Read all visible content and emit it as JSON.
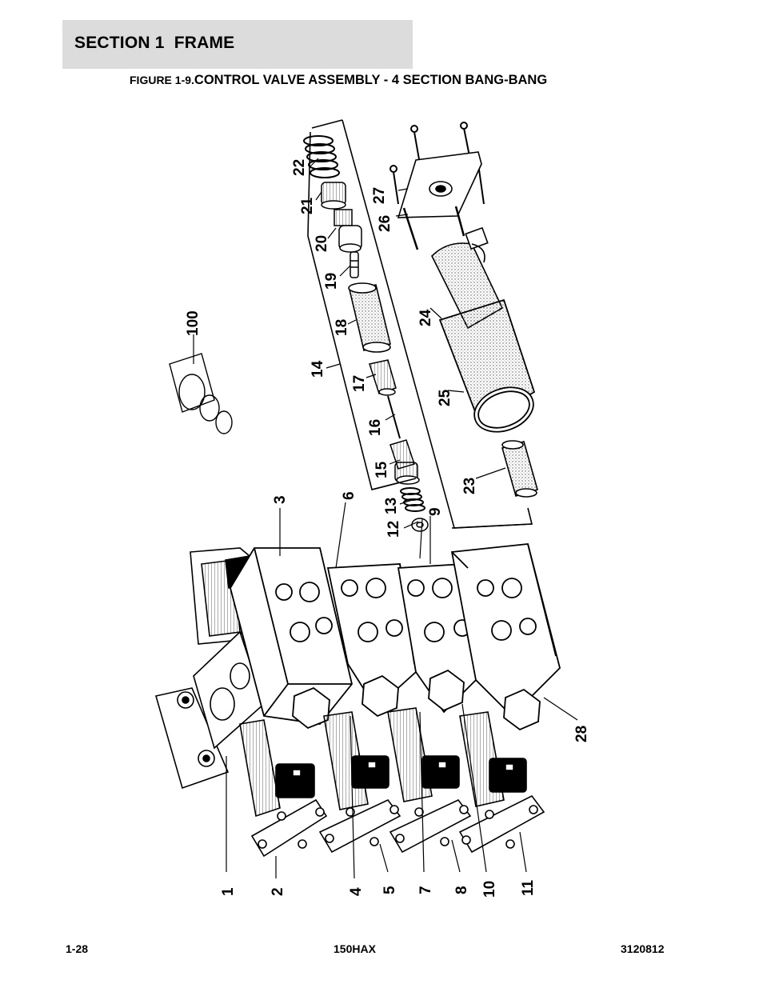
{
  "header": {
    "section_title": "SECTION 1  FRAME",
    "figure_prefix": "FIGURE 1-9.",
    "figure_title": "CONTROL VALVE ASSEMBLY - 4 SECTION BANG-BANG"
  },
  "callouts": {
    "c1": "1",
    "c2": "2",
    "c3": "3",
    "c4": "4",
    "c5": "5",
    "c6": "6",
    "c7": "7",
    "c8": "8",
    "c9": "9",
    "c10": "10",
    "c11": "11",
    "c12": "12",
    "c13": "13",
    "c14": "14",
    "c15": "15",
    "c16": "16",
    "c17": "17",
    "c18": "18",
    "c19": "19",
    "c20": "20",
    "c21": "21",
    "c22": "22",
    "c23": "23",
    "c24": "24",
    "c25": "25",
    "c26": "26",
    "c27": "27",
    "c28": "28",
    "c100": "100"
  },
  "footer": {
    "page_number": "1-28",
    "model": "150HAX",
    "manual_number": "3120812"
  }
}
